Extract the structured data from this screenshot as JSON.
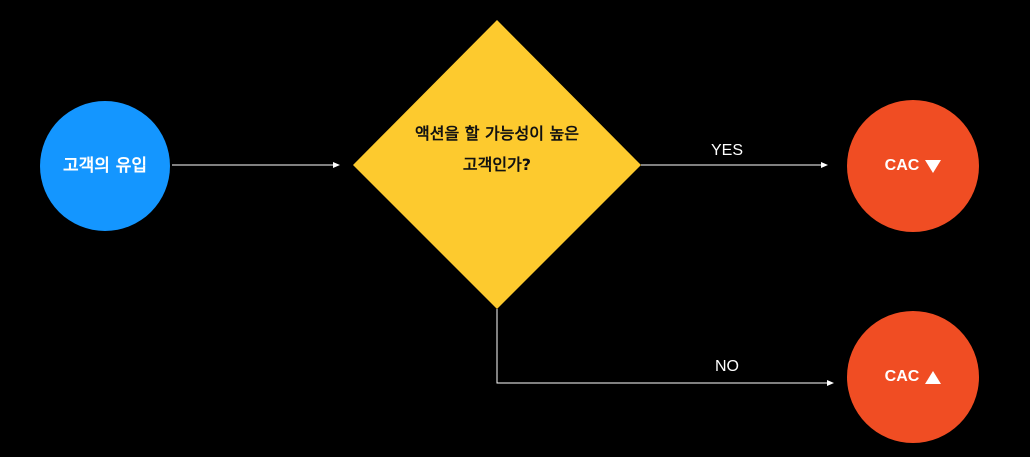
{
  "nodes": {
    "start": {
      "label": "고객의 유입",
      "color": "#1496ff"
    },
    "decision": {
      "label": "액션을 할 가능성이 높은 고객인가?",
      "color": "#fdca2e"
    },
    "result_yes": {
      "label": "CAC",
      "indicator": "down-triangle",
      "color": "#f04d23"
    },
    "result_no": {
      "label": "CAC",
      "indicator": "up-triangle",
      "color": "#f04d23"
    }
  },
  "edges": {
    "yes_label": "YES",
    "no_label": "NO"
  },
  "colors": {
    "background": "#000000",
    "line": "#ffffff"
  }
}
